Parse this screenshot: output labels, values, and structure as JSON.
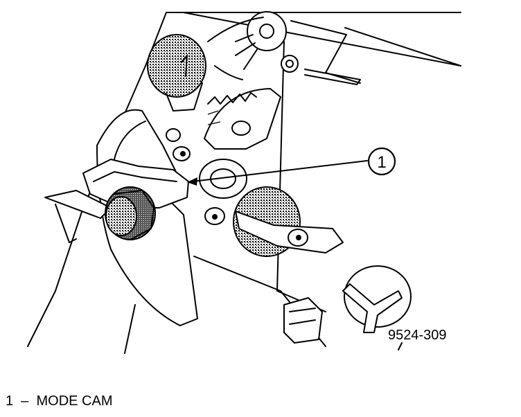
{
  "diagram": {
    "callout_number": "1",
    "figure_id": "9524-309"
  },
  "caption": {
    "text": "1  –  MODE CAM"
  }
}
